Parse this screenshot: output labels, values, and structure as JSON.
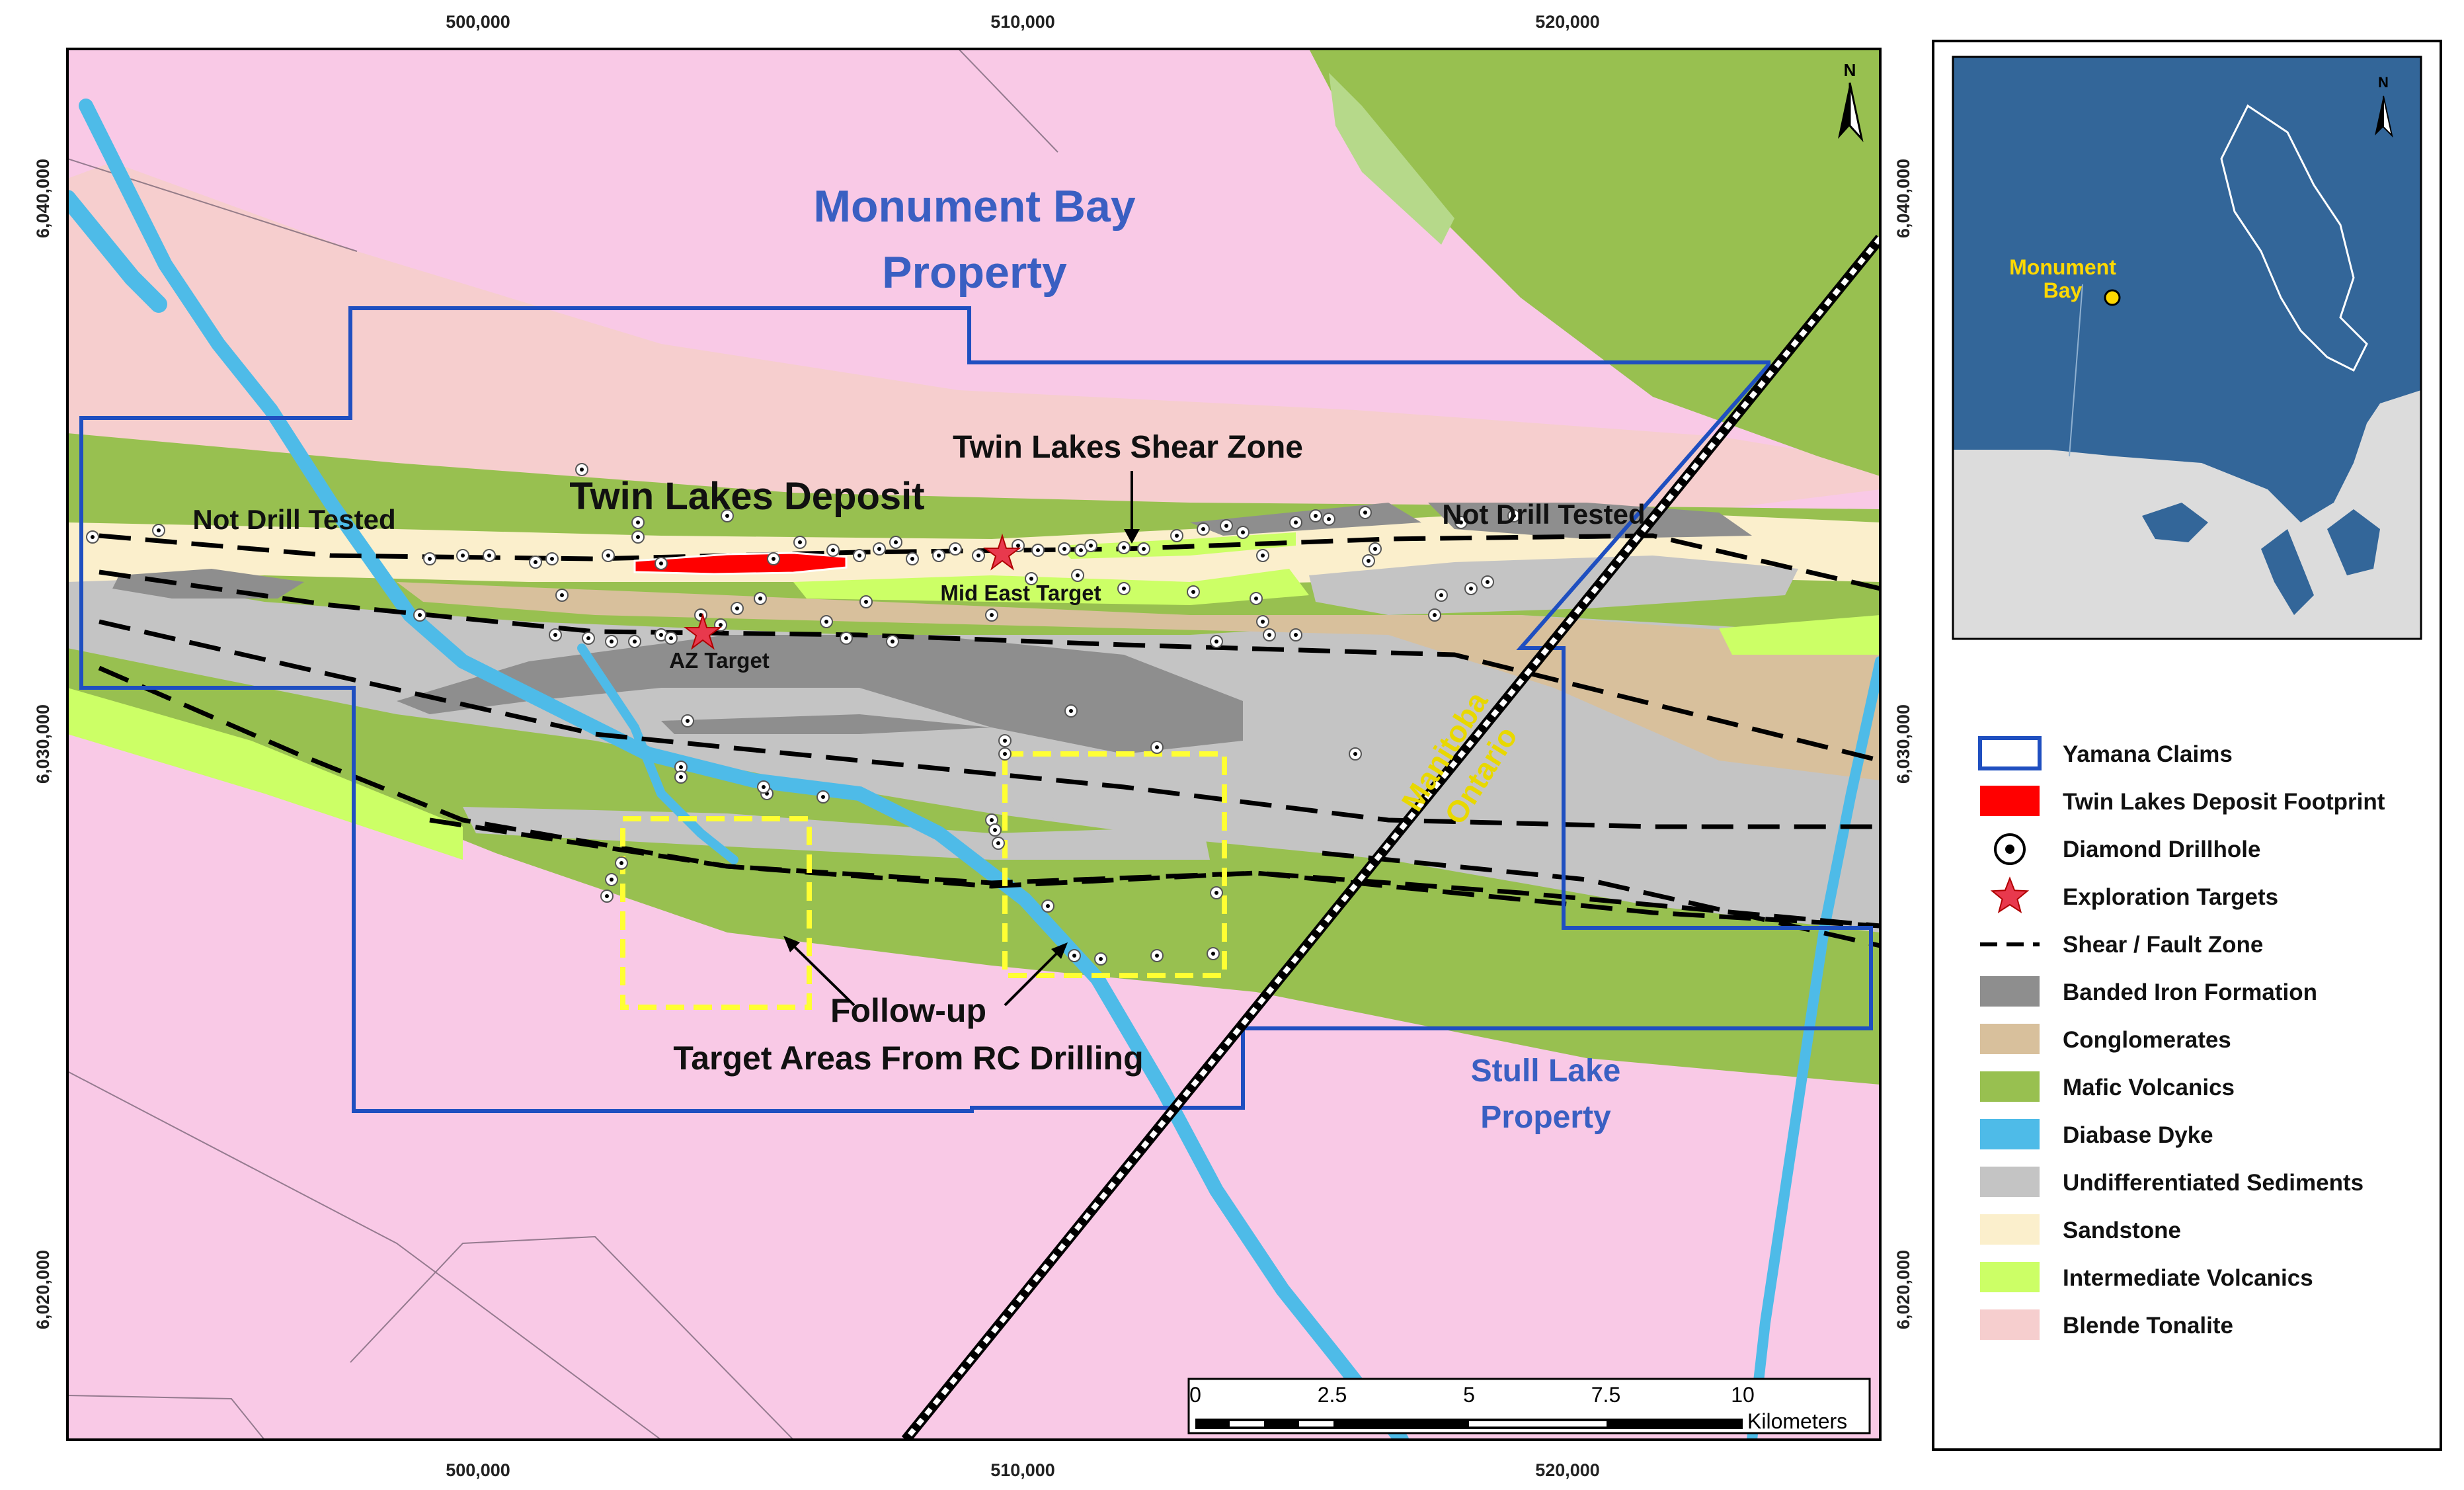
{
  "map": {
    "title_line1": "Monument Bay",
    "title_line2": "Property",
    "deposit_label": "Twin Lakes Deposit",
    "shear_zone_label": "Twin Lakes Shear Zone",
    "not_drill_tested_west": "Not Drill Tested",
    "not_drill_tested_east": "Not Drill Tested",
    "mid_east_target": "Mid East Target",
    "az_target": "AZ Target",
    "followup_line1": "Follow-up",
    "followup_line2": "Target Areas From RC Drilling",
    "stull_line1": "Stull Lake",
    "stull_line2": "Property",
    "province_manitoba": "Manitoba",
    "province_ontario": "Ontario",
    "north_label": "N",
    "x_ticks": [
      "500,000",
      "510,000",
      "520,000"
    ],
    "y_ticks": [
      "6,040,000",
      "6,030,000",
      "6,020,000"
    ],
    "scale_bar": {
      "labels": [
        "0",
        "2.5",
        "5",
        "7.5",
        "10"
      ],
      "unit": "Kilometers"
    }
  },
  "inset": {
    "location_line1": "Monument",
    "location_line2": "Bay",
    "north_label": "N"
  },
  "legend": {
    "items": [
      {
        "label": "Yamana Claims",
        "symbol": "outline",
        "color": "#1f4fc0"
      },
      {
        "label": "Twin Lakes Deposit Footprint",
        "symbol": "fill",
        "color": "#ff0000"
      },
      {
        "label": "Diamond Drillhole",
        "symbol": "drillhole",
        "color": "#000000"
      },
      {
        "label": "Exploration Targets",
        "symbol": "star",
        "color": "#e8394d"
      },
      {
        "label": "Shear / Fault Zone",
        "symbol": "dash",
        "color": "#000000"
      },
      {
        "label": "Banded Iron Formation",
        "symbol": "fill",
        "color": "#8e8e8e"
      },
      {
        "label": "Conglomerates",
        "symbol": "fill",
        "color": "#d8c09c"
      },
      {
        "label": "Mafic Volcanics",
        "symbol": "fill",
        "color": "#98c050"
      },
      {
        "label": "Diabase Dyke",
        "symbol": "fill",
        "color": "#4ebbe8"
      },
      {
        "label": "Undifferentiated Sediments",
        "symbol": "fill",
        "color": "#c4c4c4"
      },
      {
        "label": "Sandstone",
        "symbol": "fill",
        "color": "#fbefcc"
      },
      {
        "label": "Intermediate Volcanics",
        "symbol": "fill",
        "color": "#ccff66"
      },
      {
        "label": "Blende Tonalite",
        "symbol": "fill",
        "color": "#f6cece"
      }
    ]
  },
  "colors": {
    "background_tonalite": "#f9c9e6",
    "blende_tonalite": "#f6cece",
    "mafic": "#98c050",
    "sediments": "#c4c4c4",
    "sandstone": "#fbefcc",
    "conglomerate": "#d8c09c",
    "bif": "#8e8e8e",
    "intermediate": "#ccff66",
    "dyke": "#4ebbe8",
    "claims": "#1f4fc0",
    "target_box": "#ffff33",
    "inset_water": "#336699",
    "inset_land": "#dcdcdc"
  }
}
